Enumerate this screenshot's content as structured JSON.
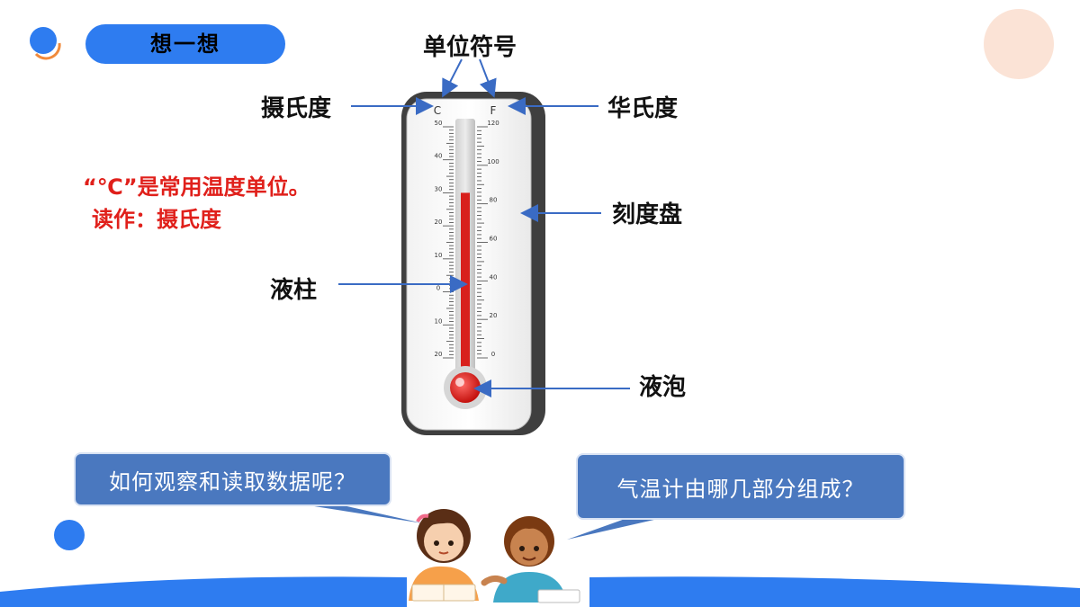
{
  "header": {
    "title": "想一想"
  },
  "labels": {
    "unit_symbol": "单位符号",
    "celsius": "摄氏度",
    "fahrenheit": "华氏度",
    "scale_plate": "刻度盘",
    "liquid_column": "液柱",
    "bulb": "液泡"
  },
  "note": {
    "line1": "“℃”是常用温度单位。",
    "line2": "读作：摄氏度"
  },
  "thermometer": {
    "c_letter": "C",
    "f_letter": "F",
    "celsius_ticks": [
      "50",
      "40",
      "30",
      "20",
      "10",
      "0",
      "10",
      "20"
    ],
    "fahrenheit_ticks": [
      "120",
      "100",
      "80",
      "60",
      "40",
      "20",
      "0"
    ],
    "reading_celsius": 30
  },
  "bubbles": {
    "left": "如何观察和读取数据呢？",
    "right": "气温计由哪几部分组成？"
  },
  "colors": {
    "accent": "#2e7cf0",
    "bubble": "#4a78bf",
    "note_red": "#e0201b",
    "liquid": "#d8201c",
    "deco_peach": "#fbe3d6",
    "deco_orange": "#f08a3c"
  }
}
